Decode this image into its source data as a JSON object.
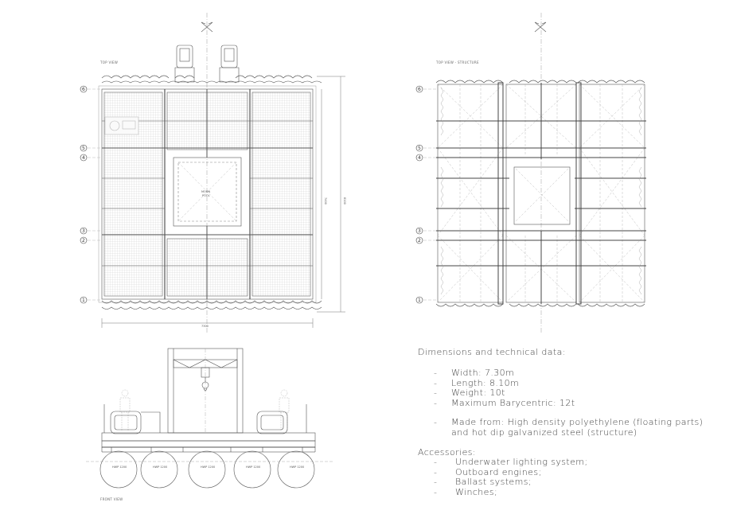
{
  "views": {
    "top": "TOP VIEW",
    "structure": "TOP VIEW - STRUCTURE",
    "front": "FRONT VIEW"
  },
  "labels": {
    "moon_pool": [
      "MOON",
      "POOL"
    ],
    "width_dim": "7300",
    "length_dim": "7400",
    "overall_dim": "8100",
    "float_tag": "HWP 1200"
  },
  "axis_markers": [
    "6",
    "5",
    "4",
    "3",
    "2",
    "1"
  ],
  "specs": {
    "title": "Dimensions and technical data:",
    "items": [
      "Width: 7.30m",
      "Length: 8.10m",
      "Weight: 10t",
      "Maximum Barycentric: 12t"
    ],
    "material_line1": "Made from: High density polyethylene (floating parts)",
    "material_line2": "and hot dip galvanized steel (structure)",
    "accessories_title": "Accessories:",
    "accessories": [
      "Underwater lighting system;",
      "Outboard engines;",
      "Ballast systems;",
      "Winches;"
    ]
  }
}
